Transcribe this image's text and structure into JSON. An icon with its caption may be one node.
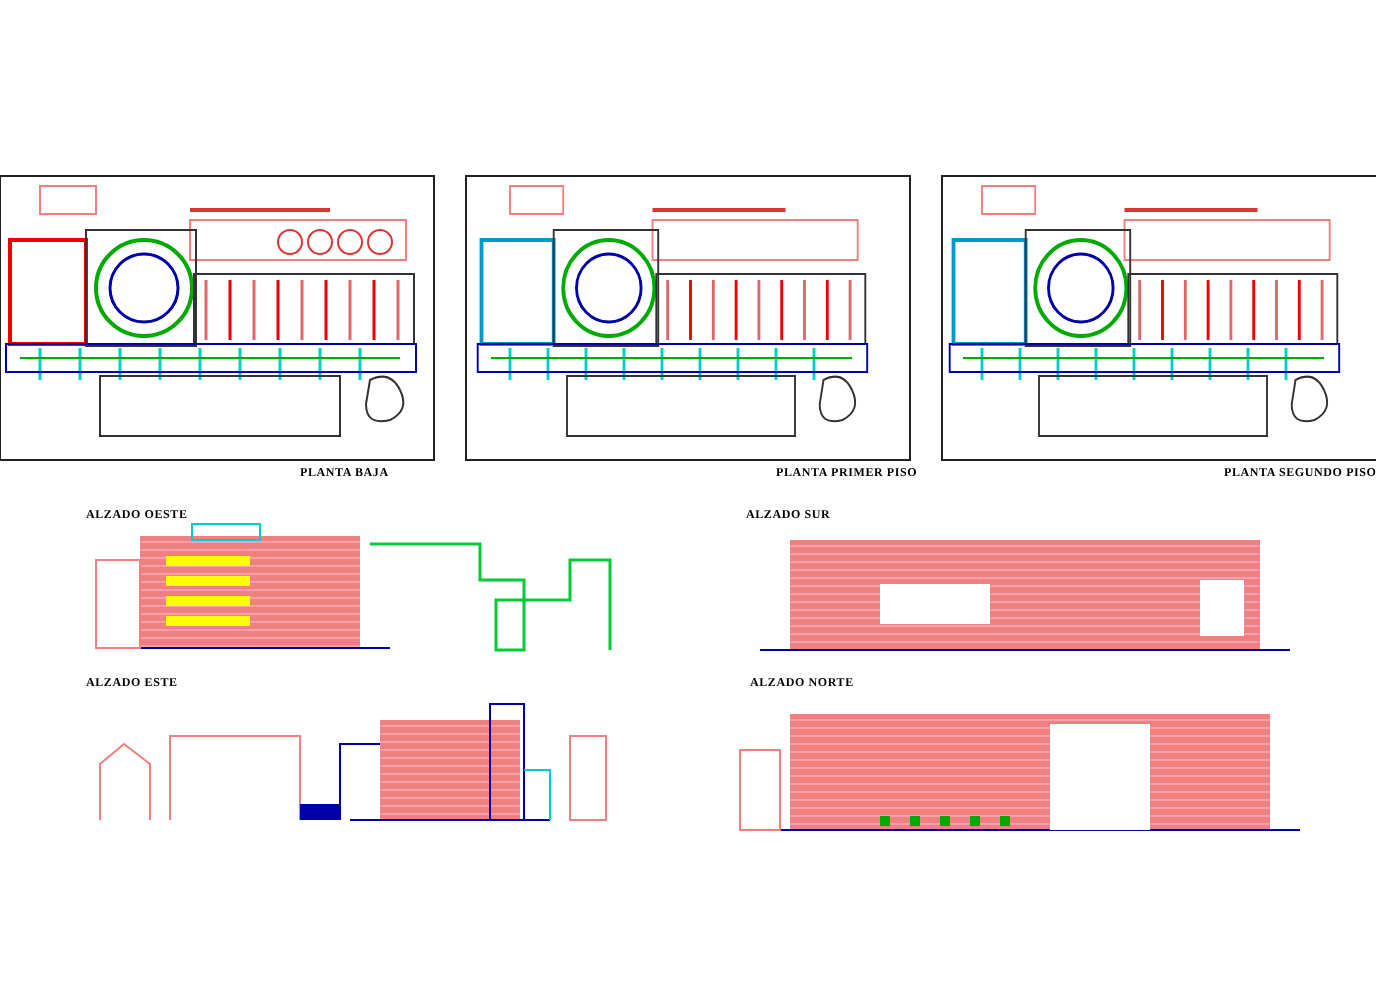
{
  "diagram": {
    "labels": [
      "PLANTA BAJA",
      "PLANTA PRIMER PISO",
      "PLANTA SEGUNDO PISO",
      "ALZADO OESTE",
      "ALZADO SUR",
      "ALZADO ESTE",
      "ALZADO NORTE"
    ]
  }
}
